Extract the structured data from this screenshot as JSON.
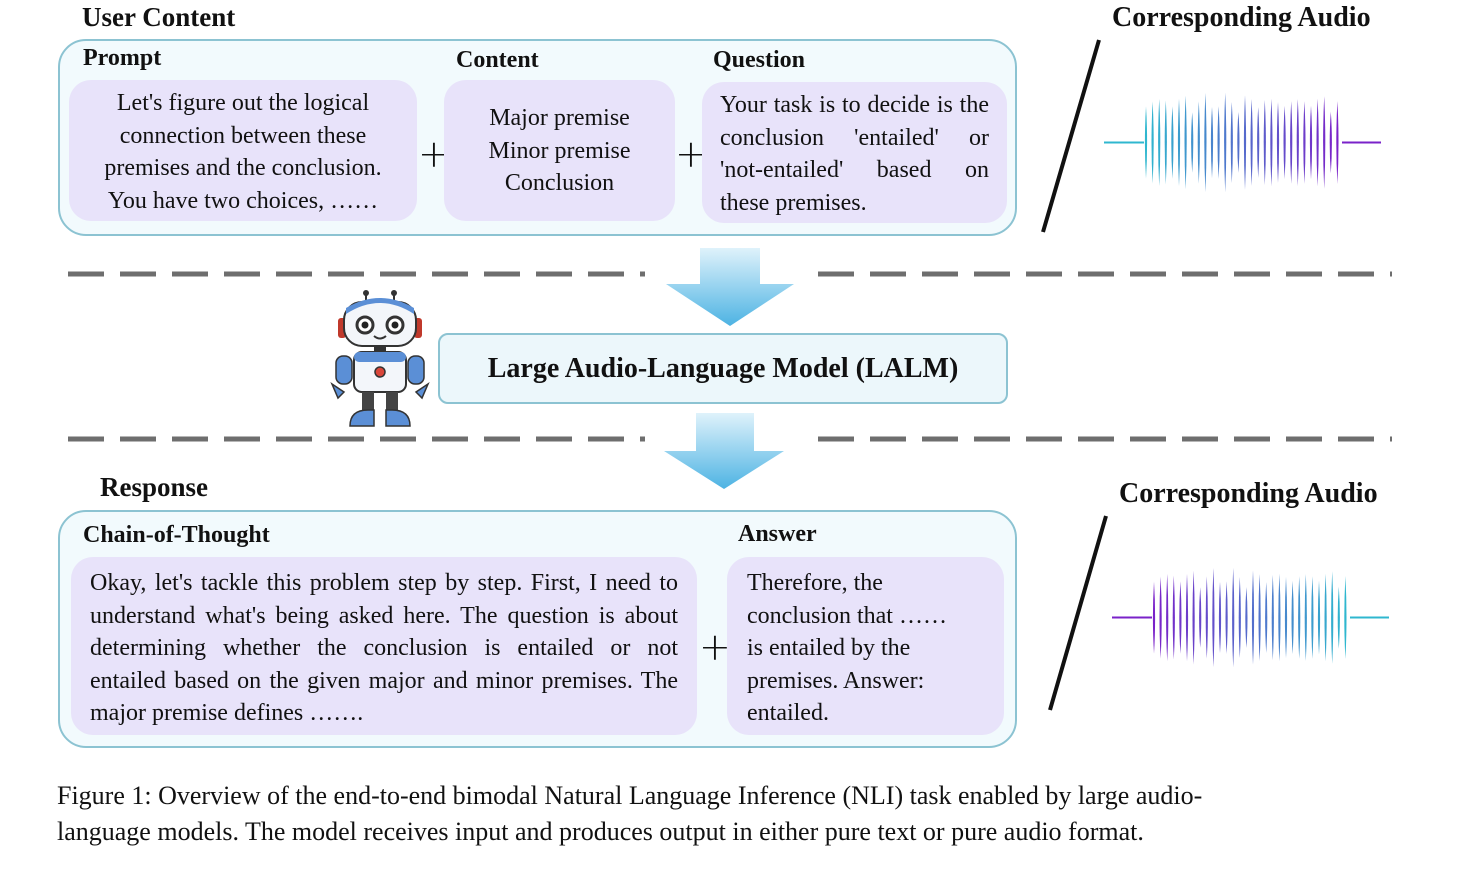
{
  "user_content": {
    "title": "User Content",
    "prompt": {
      "label": "Prompt",
      "lines": [
        "Let's figure out the logical",
        "connection between these",
        "premises and the conclusion.",
        "You have two choices, ……"
      ]
    },
    "content": {
      "label": "Content",
      "lines": [
        "Major premise",
        "Minor premise",
        "Conclusion"
      ]
    },
    "question": {
      "label": "Question",
      "text": "Your task is to decide is the conclusion 'entailed' or 'not-entailed' based on these premises."
    }
  },
  "top_audio": {
    "label": "Corresponding Audio"
  },
  "model": {
    "label": "Large Audio-Language Model (LALM)"
  },
  "response": {
    "title": "Response",
    "cot": {
      "label": "Chain-of-Thought",
      "text": "Okay, let's tackle this problem step by step. First, I need to understand what's being asked here. The question is about determining whether the conclusion is entailed or not entailed based on the given major and minor premises. The major premise defines ……."
    },
    "answer": {
      "label": "Answer",
      "lines": [
        "Therefore, the",
        "conclusion that ……",
        "is entailed by the",
        "premises. Answer:",
        "entailed."
      ]
    }
  },
  "bottom_audio": {
    "label": "Corresponding Audio"
  },
  "plus_symbol": "+",
  "colors": {
    "panel_border": "#8cc3d2",
    "card_fill": "#e8e3fa",
    "wave_start": "#2fb7cf",
    "wave_end": "#7a22c9",
    "arrow": "#5cbbe6"
  },
  "caption": {
    "lines": [
      "Figure 1: Overview of the end-to-end bimodal Natural Language Inference (NLI) task enabled by large audio-",
      "language models. The model receives input and produces output in either pure text or pure audio format."
    ]
  }
}
